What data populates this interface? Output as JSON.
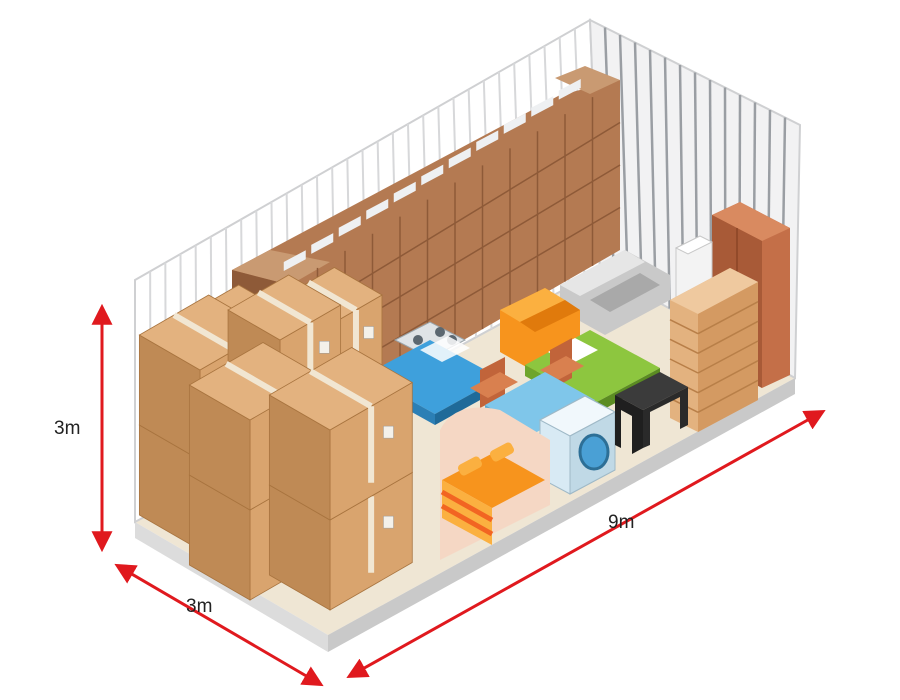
{
  "dimensions": {
    "height": "3m",
    "width": "3m",
    "length": "9m"
  },
  "colors": {
    "arrow": "#e0191e",
    "box_light": "#e3b27f",
    "box_mid": "#d9a46e",
    "box_dark": "#bf8a55",
    "box_back": "#b47a52",
    "box_back_dark": "#8e5a38",
    "tape": "#f1e6d2",
    "wall_line": "#d7d8da",
    "floor": "#efe6d4",
    "floor_edge": "#d5d5d5",
    "mattress": "#3ea0dc",
    "green_bed": "#8dc63f",
    "orange_chair": "#f7941d",
    "wood": "#c1643a",
    "washer": "#d8eaf4",
    "washer_door": "#4aa0d5",
    "black_table": "#2a2a2a",
    "wardrobe": "#c46f48",
    "fridge": "#f3f3f3"
  },
  "icons": [
    "height-arrow-icon",
    "width-arrow-icon",
    "length-arrow-icon"
  ]
}
